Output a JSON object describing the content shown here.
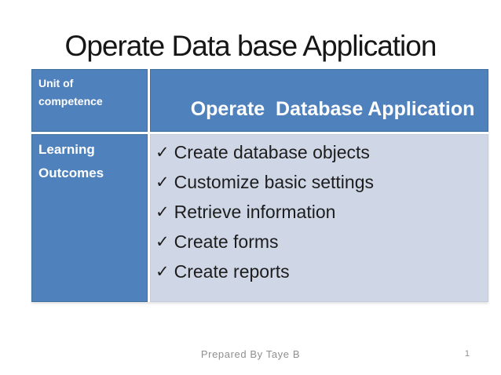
{
  "slide": {
    "title": "Operate Data base Application",
    "footer": "Prepared By Taye B",
    "page_number": "1"
  },
  "icons": {
    "checkmark": "✓"
  },
  "colors": {
    "header_blue": "#4f81bd",
    "header_border_blue": "#41719c",
    "light_blue": "#cfd6e6",
    "title_text": "#161616",
    "body_text": "#1d1d1d",
    "cell_text": "#ffffff",
    "footer_gray": "#8f8f8f",
    "background": "#ffffff"
  },
  "table": {
    "unit_row": {
      "label": "Unit of competence",
      "value": "Operate  Database Application"
    },
    "outcomes_row": {
      "label": "Learning Outcomes",
      "items": [
        "Create database objects",
        "Customize basic settings",
        "Retrieve information",
        "Create forms",
        "Create reports"
      ]
    }
  }
}
